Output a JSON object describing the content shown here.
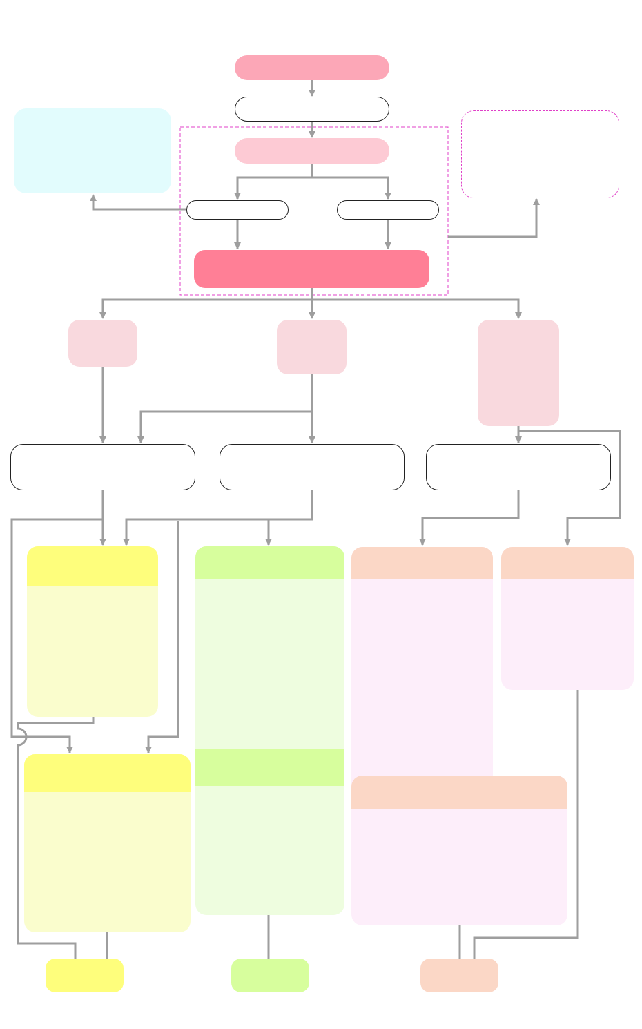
{
  "diagram": {
    "title": "",
    "colors": {
      "connector": "#9e9e9e",
      "dashed_border": "#e040c8",
      "pink_dark": "#ff7f96",
      "pink_medium": "#fca7b7",
      "pink_light": "#fdcad4",
      "pink_pale": "#f9d9de",
      "cyan_pale": "#e2fcfd",
      "yellow_header": "#fefe7c",
      "yellow_body": "#fafdcd",
      "green_header": "#d7fe9d",
      "green_body": "#eefddf",
      "peach_header": "#fbd7c6",
      "lavender_body": "#fdeefa",
      "outline": "#222222"
    },
    "nodes": [
      {
        "id": "start",
        "label": ""
      },
      {
        "id": "step-2",
        "label": ""
      },
      {
        "id": "step-3",
        "label": ""
      },
      {
        "id": "branch-left",
        "label": ""
      },
      {
        "id": "branch-right",
        "label": ""
      },
      {
        "id": "merge",
        "label": ""
      },
      {
        "id": "note-left",
        "label": ""
      },
      {
        "id": "note-right",
        "label": ""
      },
      {
        "id": "category-1",
        "label": ""
      },
      {
        "id": "category-2",
        "label": ""
      },
      {
        "id": "category-3",
        "label": ""
      },
      {
        "id": "group-1",
        "label": ""
      },
      {
        "id": "group-2",
        "label": ""
      },
      {
        "id": "group-3",
        "label": ""
      },
      {
        "id": "yellow-panel-1",
        "label": ""
      },
      {
        "id": "yellow-panel-2",
        "label": ""
      },
      {
        "id": "green-panel",
        "label": ""
      },
      {
        "id": "peach-panel-1",
        "label": ""
      },
      {
        "id": "peach-panel-2",
        "label": ""
      },
      {
        "id": "peach-panel-3",
        "label": ""
      },
      {
        "id": "outcome-yellow",
        "label": ""
      },
      {
        "id": "outcome-green",
        "label": ""
      },
      {
        "id": "outcome-peach",
        "label": ""
      }
    ]
  }
}
